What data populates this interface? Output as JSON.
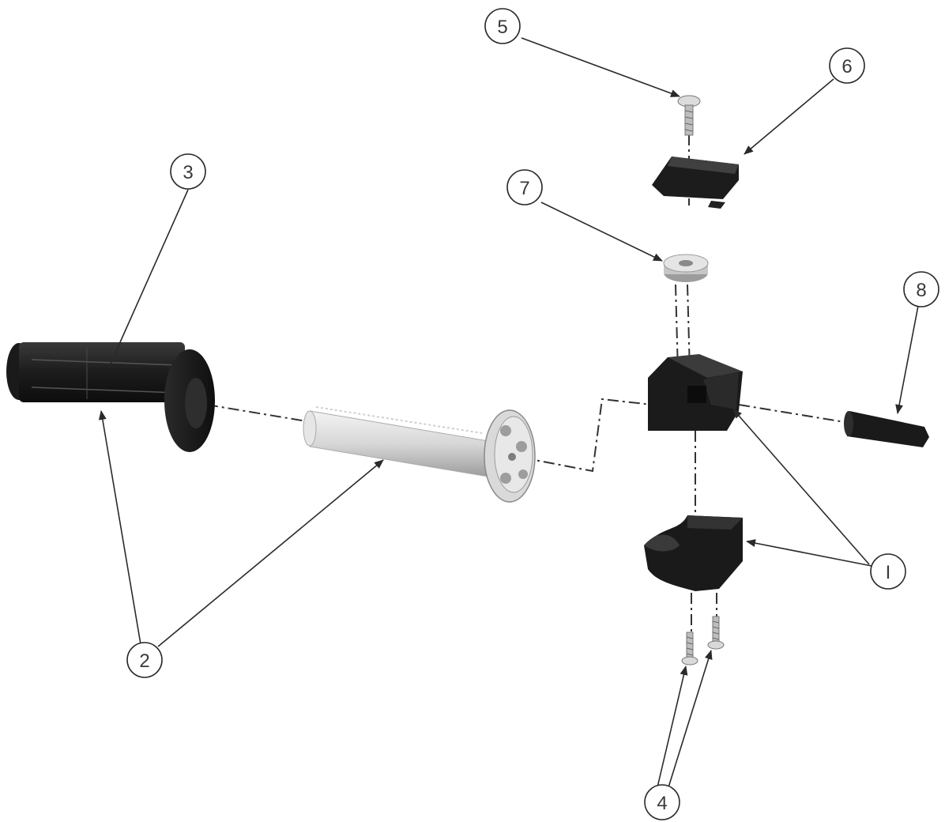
{
  "diagram": {
    "balloons": [
      {
        "id": "1",
        "label": "I"
      },
      {
        "id": "2",
        "label": "2"
      },
      {
        "id": "3",
        "label": "3"
      },
      {
        "id": "4",
        "label": "4"
      },
      {
        "id": "5",
        "label": "5"
      },
      {
        "id": "6",
        "label": "6"
      },
      {
        "id": "7",
        "label": "7"
      },
      {
        "id": "8",
        "label": "8"
      }
    ]
  },
  "colors": {
    "part_dark": "#1f1f1f",
    "part_light": "#dcdcdc",
    "line": "#2a2a2a",
    "background": "#ffffff"
  }
}
